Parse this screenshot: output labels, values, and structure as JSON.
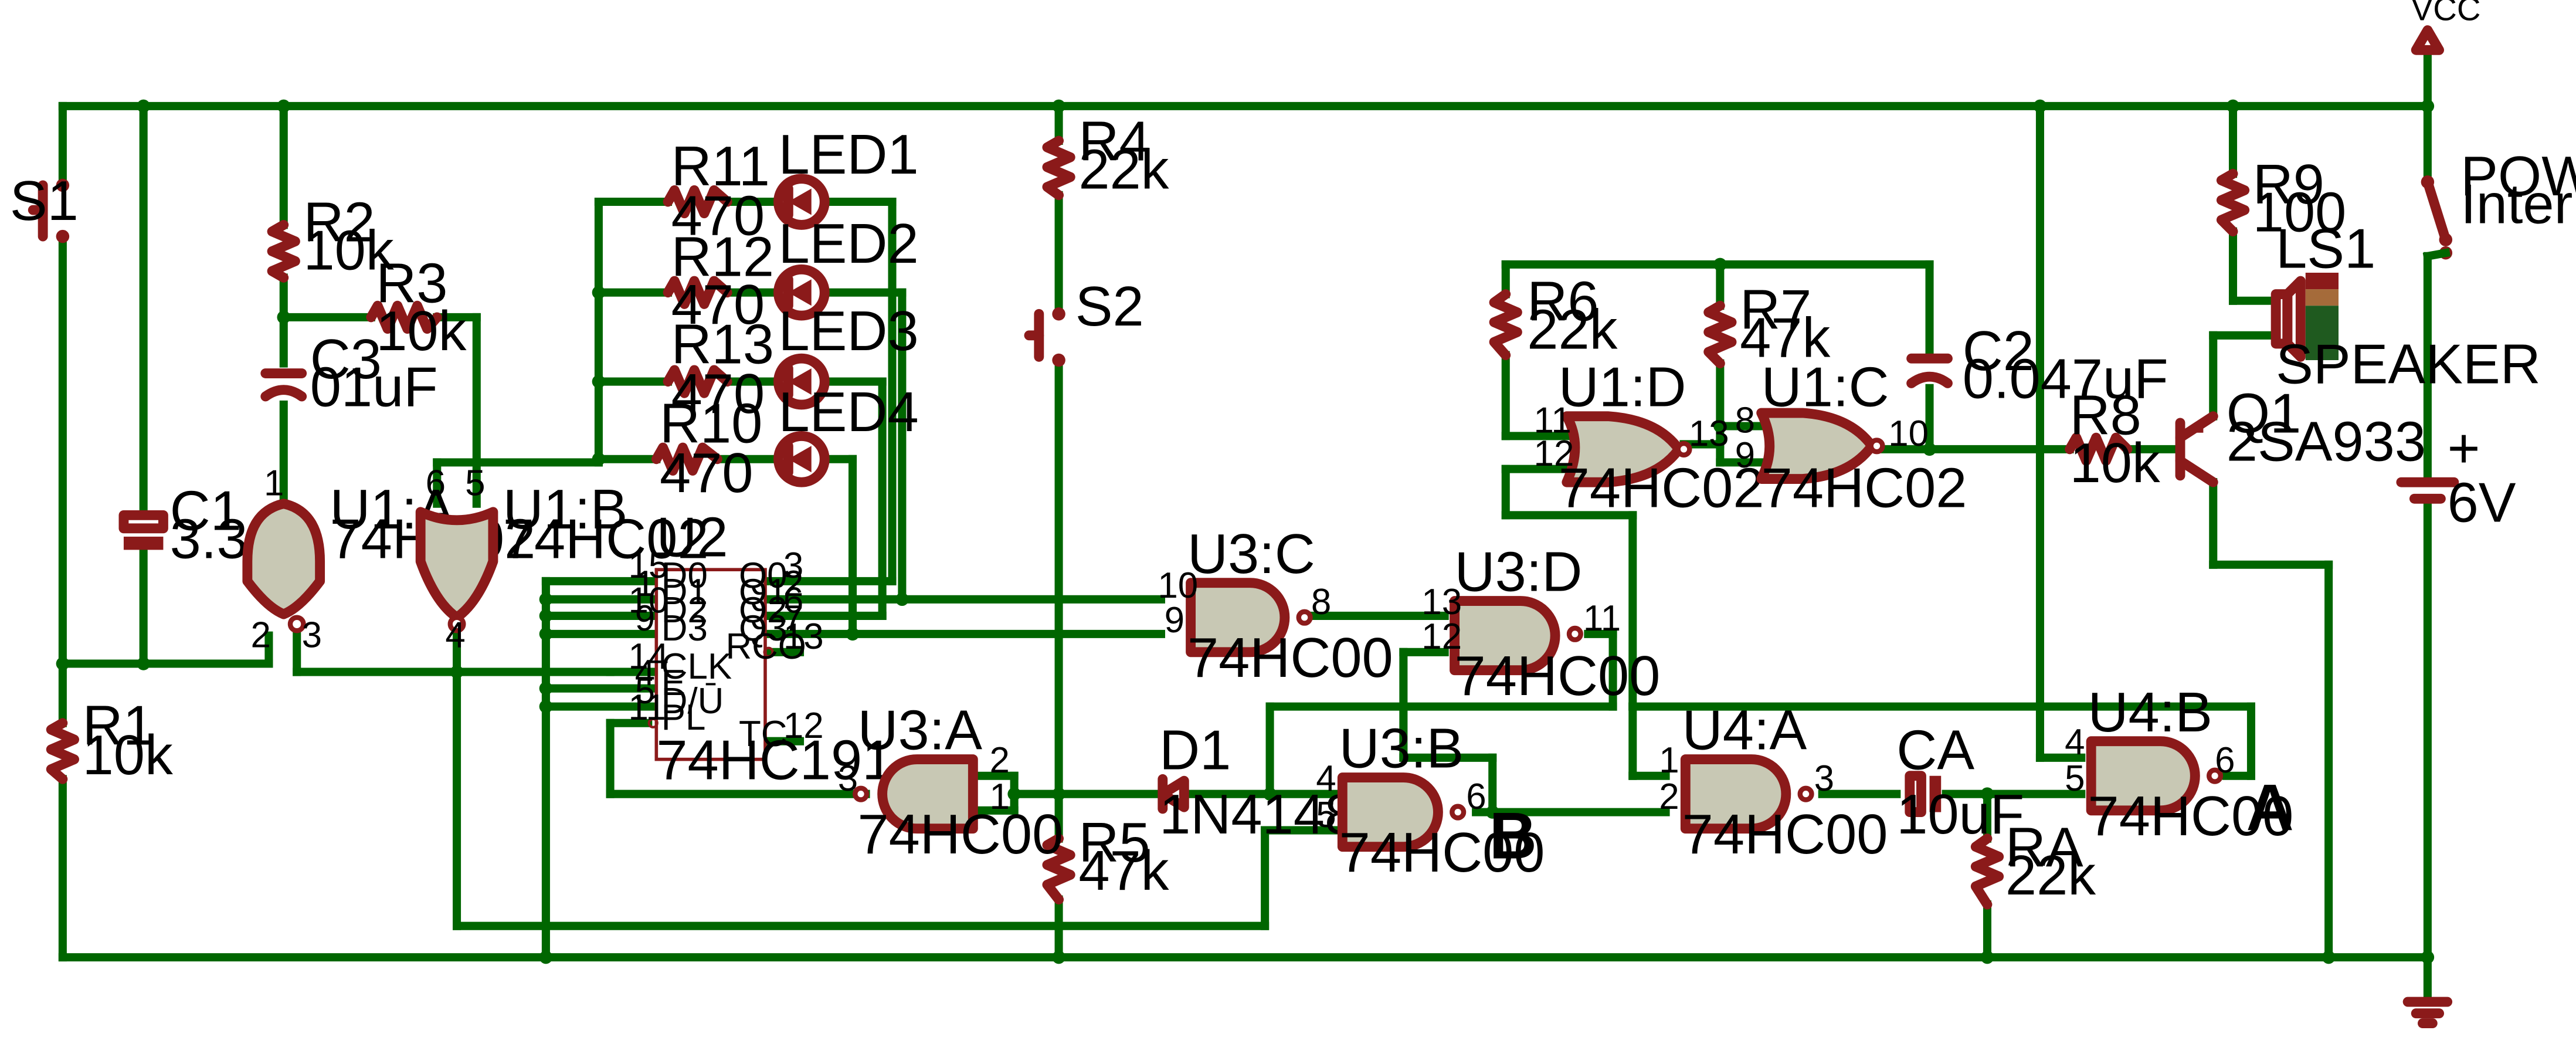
{
  "power": {
    "vcc": "VCC",
    "switch_ref": "POWER",
    "switch_name": "Interrupteur",
    "battery_plus": "+",
    "battery_value": "6V"
  },
  "switches": [
    {
      "ref": "S1"
    },
    {
      "ref": "S2"
    }
  ],
  "resistors": [
    {
      "ref": "R1",
      "value": "10k"
    },
    {
      "ref": "R2",
      "value": "10k"
    },
    {
      "ref": "R3",
      "value": "10k"
    },
    {
      "ref": "R4",
      "value": "22k"
    },
    {
      "ref": "R5",
      "value": "47k"
    },
    {
      "ref": "R6",
      "value": "22k"
    },
    {
      "ref": "R7",
      "value": "47k"
    },
    {
      "ref": "R8",
      "value": "10k"
    },
    {
      "ref": "R9",
      "value": "100"
    },
    {
      "ref": "R10",
      "value": "470"
    },
    {
      "ref": "R11",
      "value": "470"
    },
    {
      "ref": "R12",
      "value": "470"
    },
    {
      "ref": "R13",
      "value": "470"
    },
    {
      "ref": "RA",
      "value": "22k"
    }
  ],
  "capacitors": [
    {
      "ref": "C1",
      "value": "3.3uF"
    },
    {
      "ref": "C2",
      "value": "0.047uF"
    },
    {
      "ref": "C3",
      "value": "01uF"
    },
    {
      "ref": "CA",
      "value": "10uF"
    }
  ],
  "leds": [
    {
      "ref": "LED1"
    },
    {
      "ref": "LED2"
    },
    {
      "ref": "LED3"
    },
    {
      "ref": "LED4"
    }
  ],
  "diode": {
    "ref": "D1",
    "value": "1N4148"
  },
  "transistor": {
    "ref": "Q1",
    "value": "2SA933"
  },
  "speaker": {
    "ref": "LS1",
    "value": "SPEAKER"
  },
  "gates": [
    {
      "ref": "U1:A",
      "part": "74HC02"
    },
    {
      "ref": "U1:B",
      "part": "74HC02"
    },
    {
      "ref": "U1:C",
      "part": "74HC02"
    },
    {
      "ref": "U1:D",
      "part": "74HC02"
    },
    {
      "ref": "U3:A",
      "part": "74HC00"
    },
    {
      "ref": "U3:B",
      "part": "74HC00"
    },
    {
      "ref": "U3:C",
      "part": "74HC00"
    },
    {
      "ref": "U3:D",
      "part": "74HC00"
    },
    {
      "ref": "U4:A",
      "part": "74HC00"
    },
    {
      "ref": "U4:B",
      "part": "74HC00"
    }
  ],
  "counter": {
    "ref": "U2",
    "part": "74HC191",
    "left_pins": [
      {
        "num": "15",
        "name": "D0"
      },
      {
        "num": "1",
        "name": "D1"
      },
      {
        "num": "10",
        "name": "D2"
      },
      {
        "num": "9",
        "name": "D3"
      },
      {
        "num": "14",
        "name": "CLK"
      },
      {
        "num": "4",
        "name": "E"
      },
      {
        "num": "5",
        "name": "D/Ū"
      },
      {
        "num": "11",
        "name": "PL"
      }
    ],
    "right_pins": [
      {
        "num": "3",
        "name": "Q0"
      },
      {
        "num": "2",
        "name": "Q1"
      },
      {
        "num": "6",
        "name": "Q2"
      },
      {
        "num": "7",
        "name": "Q3"
      },
      {
        "num": "13",
        "name": "RCO"
      },
      {
        "num": "12",
        "name": "TC"
      }
    ]
  },
  "pins": {
    "u1a": [
      "1",
      "2",
      "3"
    ],
    "u1b": [
      "6",
      "5",
      "4"
    ],
    "u1d": [
      "11",
      "12",
      "13"
    ],
    "u1c": [
      "8",
      "9",
      "10"
    ],
    "u3c": [
      "10",
      "9",
      "8"
    ],
    "u3d": [
      "13",
      "12",
      "11"
    ],
    "u3a": [
      "2",
      "1",
      "3"
    ],
    "u3b": [
      "4",
      "5",
      "6"
    ],
    "u4a": [
      "1",
      "2",
      "3"
    ],
    "u4b": [
      "4",
      "5",
      "6"
    ]
  },
  "test_points": {
    "a": "A",
    "b": "B"
  },
  "colors": {
    "wire": "#006600",
    "component": "#8b1a1a",
    "gate_fill": "#c8c8b4"
  }
}
